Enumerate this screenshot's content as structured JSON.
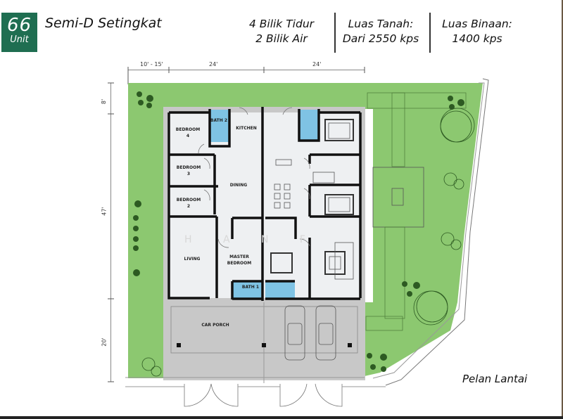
{
  "header": {
    "unit_count": "66",
    "unit_label": "Unit",
    "title": "Semi-D Setingkat",
    "specs": [
      {
        "line1": "4 Bilik Tidur",
        "line2": "2 Bilik Air"
      },
      {
        "line1": "Luas Tanah:",
        "line2": "Dari 2550 kps"
      },
      {
        "line1": "Luas Binaan:",
        "line2": "1400 kps"
      }
    ]
  },
  "dimensions": {
    "top": [
      "10' - 15'",
      "24'",
      "24'"
    ],
    "left": [
      "8'",
      "47'",
      "20'"
    ]
  },
  "rooms": {
    "bedroom4": [
      "BEDROOM",
      "4"
    ],
    "bedroom3": [
      "BEDROOM",
      "3"
    ],
    "bedroom2": [
      "BEDROOM",
      "2"
    ],
    "bath2": "BATH 2",
    "kitchen": "KITCHEN",
    "dining": "DINING",
    "living": "LIVING",
    "master": [
      "MASTER",
      "BEDROOM"
    ],
    "bath1": "BATH 1",
    "car_porch": "CAR PORCH"
  },
  "watermark": "H A N F",
  "footer": {
    "label": "Pelan Lantai"
  },
  "colors": {
    "brand_green": "#1f6e51",
    "lawn": "#8cc870",
    "floor": "#eef0f2",
    "porch": "#c8c8c8",
    "bath": "#7fc3e4",
    "wall": "#111111"
  }
}
